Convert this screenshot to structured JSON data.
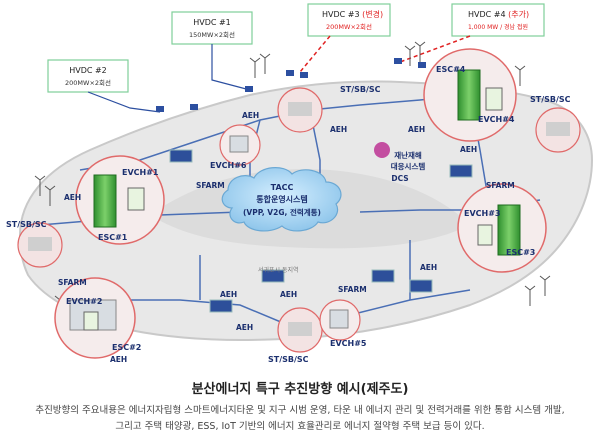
{
  "hvdc": {
    "h1_name": "HVDC #1",
    "h1_spec": "150MW×2회선",
    "h2_name": "HVDC #2",
    "h2_spec": "200MW×2회선",
    "h3_name": "HVDC #3",
    "h3_tag": "(변경)",
    "h3_spec": "200MW×2회선",
    "h4_name": "HVDC #4",
    "h4_tag": "(추가)",
    "h4_spec": "1,000 MW / 경남 접원"
  },
  "nodes": {
    "st_top": "ST/SB/SC",
    "st_right": "ST/SB/SC",
    "st_left": "ST/SB/SC",
    "st_bottom": "ST/SB/SC",
    "esc1": "ESC#1",
    "evch1": "EVCH#1",
    "esc2": "ESC#2",
    "evch2": "EVCH#2",
    "esc3": "ESC#3",
    "evch3": "EVCH#3",
    "esc4": "ESC#4",
    "evch4": "EVCH#4",
    "evch5": "EVCH#5",
    "evch6": "EVCH#6",
    "aeh": "AEH",
    "sfarm": "SFARM"
  },
  "center": {
    "line1": "TACC",
    "line2": "통합운영시스템",
    "line3": "(VPP, V2G, 전력계통)"
  },
  "dcs": {
    "line1": "재난재해",
    "line2": "대응시스템",
    "line3": "DCS"
  },
  "map_labels": {
    "west": "서귀포시 동지역"
  },
  "caption": {
    "title": "분산에너지 특구 추진방향 예시(제주도)",
    "line1": "추진방향의 주요내용은 에너지자립형 스마트에너지타운 및 지구 시범 운영, 타운 내 에너지 관리 및 전력거래를 위한 통합 시스템 개발,",
    "line2": "그리고 주택 태양광, ESS, IoT 기반의 에너지 효율관리로 에너지 절약형 주택 보급 등이 있다."
  },
  "colors": {
    "red_tag": "#e02020",
    "circle": "#e06a6a",
    "cloud": "#9fd0ee",
    "land": "#e9e9e9",
    "line": "#4a6fb5"
  }
}
